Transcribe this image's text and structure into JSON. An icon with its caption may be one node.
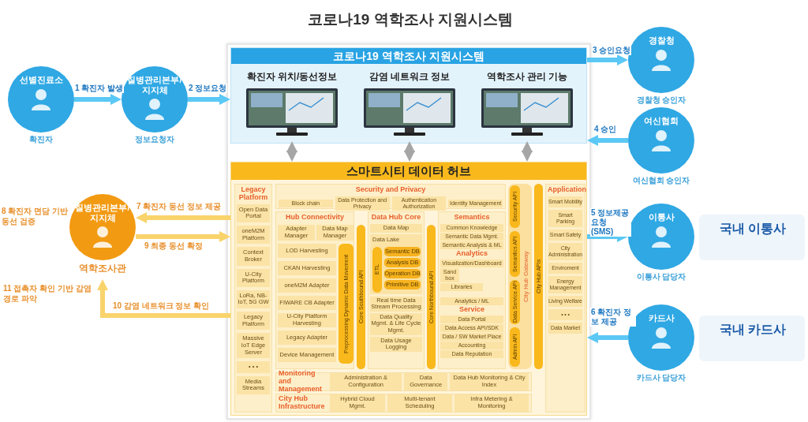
{
  "diagram": {
    "title": "코로나19 역학조사 지원시스템",
    "nodes": [
      {
        "text": [
          "선별진료소"
        ],
        "beside": [
          "확진자"
        ]
      },
      {
        "text": [
          "질병관리본부/지지체"
        ],
        "beside": [
          "정보요청자"
        ]
      },
      {
        "text": [
          "코로나19 역학조사 지원시스템"
        ]
      },
      {
        "text": [
          "확진자 위치/동선정보"
        ],
        "in": 2
      },
      {
        "text": [
          "감염 네트워크 정보"
        ],
        "in": 2
      },
      {
        "text": [
          "역학조사 관리 기능"
        ],
        "in": 2
      },
      {
        "text": [
          "경찰청"
        ],
        "beside": [
          "경찰청 승인자"
        ]
      },
      {
        "text": [
          "여신협회"
        ],
        "beside": [
          "여신협회 승인자"
        ]
      },
      {
        "text": [
          "질병관리본부/지지체"
        ],
        "beside": [
          "역학조사관",
          "8 확진자 면담 기반 동선 검증",
          "11 접촉자 확인 기반 감염경로 파악"
        ]
      },
      {
        "text": [
          "스마트시티 데이터 허브"
        ]
      },
      {
        "text": [
          "Legacy Platform"
        ],
        "in": 9
      },
      {
        "text": [
          "Open Data Portal"
        ],
        "in": 10
      },
      {
        "text": [
          "oneM2M Platform"
        ],
        "in": 10
      },
      {
        "text": [
          "Context Broker"
        ],
        "in": 10
      },
      {
        "text": [
          "U-City Platform"
        ],
        "in": 10
      },
      {
        "text": [
          "LoRa, NB-IoT, 5G GW"
        ],
        "in": 10
      },
      {
        "text": [
          "Legacy Platform"
        ],
        "in": 10
      },
      {
        "text": [
          "Massive IoT Edge Server"
        ],
        "in": 10
      },
      {
        "text": [
          "• • •"
        ],
        "in": 10
      },
      {
        "text": [
          "Media Streams"
        ],
        "in": 10
      },
      {
        "text": [
          "Security and Privacy"
        ],
        "in": 9
      },
      {
        "text": [
          "Block chain"
        ],
        "in": 20
      },
      {
        "text": [
          "Data Protection and Privacy"
        ],
        "in": 20
      },
      {
        "text": [
          "Authentication Authorization"
        ],
        "in": 20
      },
      {
        "text": [
          "Identity Management"
        ],
        "in": 20
      },
      {
        "text": [
          "Hub Connectivity"
        ],
        "in": 9
      },
      {
        "text": [
          "Adapter Manager"
        ],
        "in": 25
      },
      {
        "text": [
          "Data Map Manager"
        ],
        "in": 25
      },
      {
        "text": [
          "LOD Harvesting"
        ],
        "in": 25
      },
      {
        "text": [
          "CKAN Harvesting"
        ],
        "in": 25
      },
      {
        "text": [
          "oneM2M Adapter"
        ],
        "in": 25
      },
      {
        "text": [
          "FIWARE CB Adapter"
        ],
        "in": 25
      },
      {
        "text": [
          "U-City Platform Harvesting"
        ],
        "in": 25
      },
      {
        "text": [
          "Legacy Adapter"
        ],
        "in": 25
      },
      {
        "text": [
          "Device Management"
        ],
        "in": 25
      },
      {
        "text": [
          "Preprocessing Dynamic Data Movement"
        ],
        "in": 25
      },
      {
        "text": [
          "Core Southbound API"
        ],
        "in": 9
      },
      {
        "text": [
          "Data Hub Core"
        ],
        "in": 9
      },
      {
        "text": [
          "Data Map"
        ],
        "in": 37
      },
      {
        "text": [
          "Data Lake"
        ],
        "in": 37
      },
      {
        "text": [
          "ETL"
        ],
        "in": 39
      },
      {
        "text": [
          "Semantic DB"
        ],
        "in": 39
      },
      {
        "text": [
          "Analysis DB"
        ],
        "in": 39
      },
      {
        "text": [
          "Operation DB"
        ],
        "in": 39
      },
      {
        "text": [
          "Primitive DB"
        ],
        "in": 39
      },
      {
        "text": [
          "Real time Data Stream Processing"
        ],
        "in": 37
      },
      {
        "text": [
          "Data Quality Mgmt. & Life Cycle Mgmt."
        ],
        "in": 37
      },
      {
        "text": [
          "Data Usage Logging"
        ],
        "in": 37
      },
      {
        "text": [
          "Core Northbound API"
        ],
        "in": 9
      },
      {
        "text": [
          "Semantics"
        ],
        "in": 9
      },
      {
        "text": [
          "Common Knowledge"
        ],
        "in": 49
      },
      {
        "text": [
          "Semantic Data Mgmt."
        ],
        "in": 49
      },
      {
        "text": [
          "Semantic Analysis & ML"
        ],
        "in": 49
      },
      {
        "text": [
          "Analytics"
        ],
        "in": 49
      },
      {
        "text": [
          "Visualization/Dashboard"
        ],
        "in": 53
      },
      {
        "text": [
          "Sand box"
        ],
        "in": 53
      },
      {
        "text": [
          "Libraries"
        ],
        "in": 53
      },
      {
        "text": [
          "Analytics / ML"
        ],
        "in": 53
      },
      {
        "text": [
          "Service"
        ],
        "in": 49
      },
      {
        "text": [
          "Data Portal"
        ],
        "in": 58
      },
      {
        "text": [
          "Data Access API/SDK"
        ],
        "in": 58
      },
      {
        "text": [
          "Data / SW Market Place"
        ],
        "in": 58
      },
      {
        "text": [
          "Accounting"
        ],
        "in": 58
      },
      {
        "text": [
          "Data Reputation"
        ],
        "in": 58
      },
      {
        "text": [
          "City Hub Gateway"
        ],
        "in": 9
      },
      {
        "text": [
          "Security API"
        ],
        "in": 64
      },
      {
        "text": [
          "Semantics API"
        ],
        "in": 64
      },
      {
        "text": [
          "Data Service API"
        ],
        "in": 64
      },
      {
        "text": [
          "Admin API"
        ],
        "in": 64
      },
      {
        "text": [
          "City Hub APIs"
        ],
        "in": 9
      },
      {
        "text": [
          "Application"
        ],
        "in": 9
      },
      {
        "text": [
          "Smart Mobility"
        ],
        "in": 70
      },
      {
        "text": [
          "Smart Parking"
        ],
        "in": 70
      },
      {
        "text": [
          "Smart Safety"
        ],
        "in": 70
      },
      {
        "text": [
          "City Administration"
        ],
        "in": 70
      },
      {
        "text": [
          "Enviroment"
        ],
        "in": 70
      },
      {
        "text": [
          "Energy Management"
        ],
        "in": 70
      },
      {
        "text": [
          "Living Welfare"
        ],
        "in": 70
      },
      {
        "text": [
          "• • •"
        ],
        "in": 70
      },
      {
        "text": [
          "Data Market"
        ],
        "in": 70
      },
      {
        "text": [
          "Monitoring and Management"
        ],
        "in": 9
      },
      {
        "text": [
          "Administration & Configuration"
        ],
        "in": 80
      },
      {
        "text": [
          "Data Governance"
        ],
        "in": 80
      },
      {
        "text": [
          "Data Hub Monitoring & City Index"
        ],
        "in": 80
      },
      {
        "text": [
          "City Hub Infrastructure"
        ],
        "in": 9
      },
      {
        "text": [
          "Hybrid Cloud Mgmt."
        ],
        "in": 84
      },
      {
        "text": [
          "Multi-tenant Scheduling"
        ],
        "in": 84
      },
      {
        "text": [
          "Infra Metering & Monitoring"
        ],
        "in": 84
      },
      {
        "text": [
          "이통사"
        ],
        "beside": [
          "이통사 담당자"
        ]
      },
      {
        "text": [
          "국내 이통사"
        ]
      },
      {
        "text": [
          "카드사"
        ],
        "beside": [
          "카드사 담당자"
        ]
      },
      {
        "text": [
          "국내 카드사"
        ]
      }
    ],
    "edges": [
      {
        "from": 0,
        "to": 1,
        "arrow": "to",
        "label": "1 확진자 발생"
      },
      {
        "from": 1,
        "to": 2,
        "arrow": "to",
        "label": "2 정보요청"
      },
      {
        "from": 2,
        "to": 6,
        "arrow": "to",
        "label": "3 승인요청"
      },
      {
        "from": 7,
        "to": 2,
        "arrow": "to",
        "label": "4 승인"
      },
      {
        "from": 3,
        "to": 9,
        "arrow": "both",
        "color": "#a6a6a6"
      },
      {
        "from": 4,
        "to": 9,
        "arrow": "both",
        "color": "#a6a6a6"
      },
      {
        "from": 5,
        "to": 9,
        "arrow": "both",
        "color": "#a6a6a6"
      },
      {
        "from": 9,
        "to": 88,
        "arrow": "to",
        "label": "5 정보제공 요청 (SMS)"
      },
      {
        "from": 90,
        "to": 9,
        "arrow": "to",
        "label": "6 확진자 정보 제공"
      },
      {
        "from": 9,
        "to": 8,
        "arrow": "to",
        "label": "7 확진자 동선 정보 제공",
        "color": "#f9d36b"
      },
      {
        "from": 8,
        "to": 9,
        "arrow": "to",
        "label": "9 최종 동선 확정",
        "color": "#f9d36b"
      },
      {
        "from": 9,
        "to": 8,
        "arrow": "to",
        "label": "10 감염 네트워크 정보 확인",
        "color": "#f9d36b"
      }
    ]
  }
}
